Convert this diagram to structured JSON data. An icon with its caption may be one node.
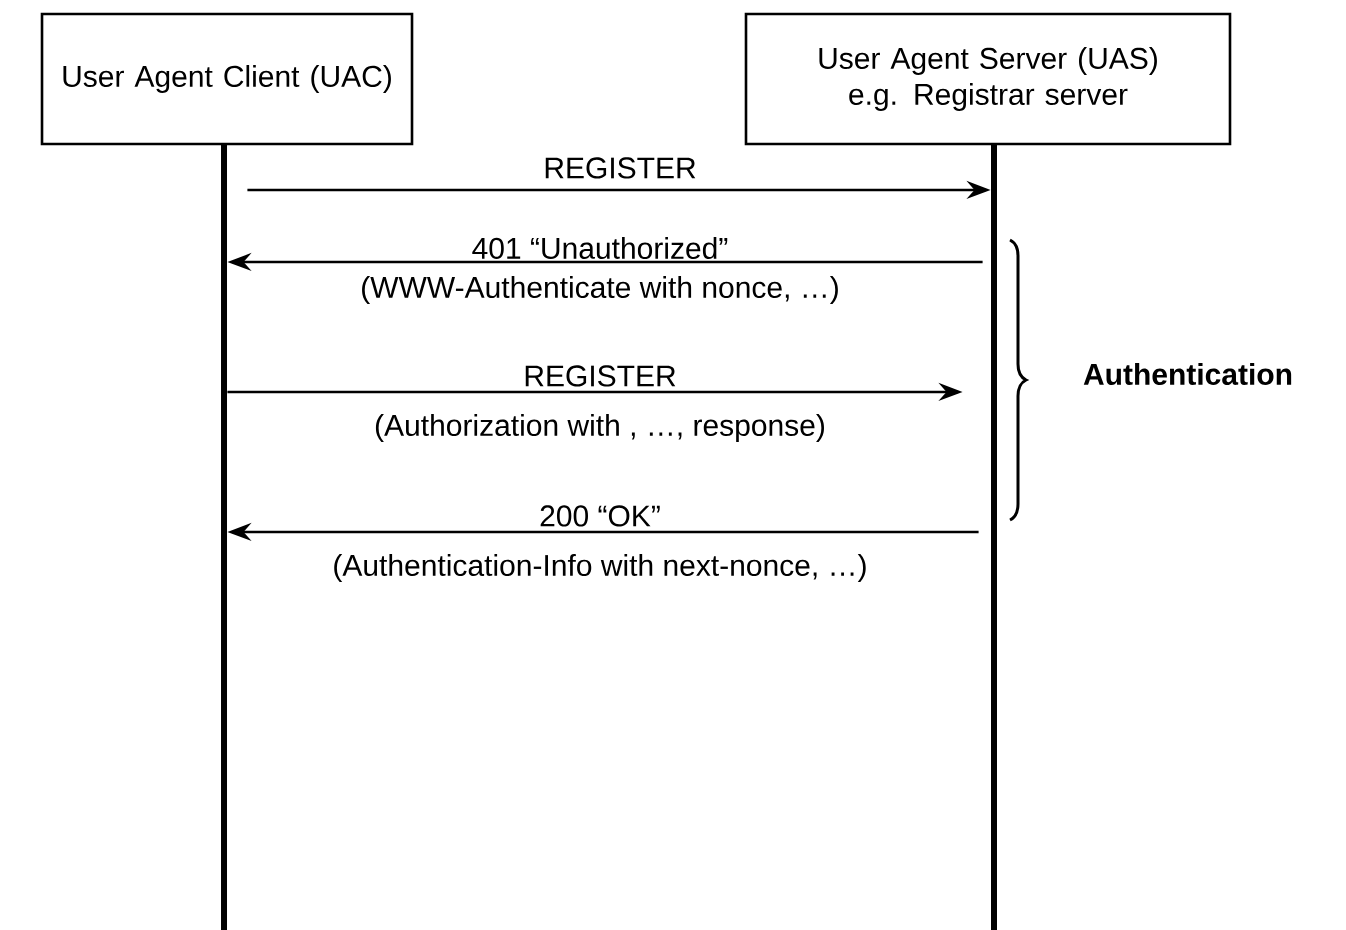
{
  "diagram": {
    "nodes": [
      {
        "text": [
          "User Agent Client (UAC)"
        ]
      },
      {
        "text": [
          "User Agent Server (UAS) e.g. Registrar server"
        ]
      },
      {
        "text": [],
        "shape": "bar"
      },
      {
        "text": [],
        "shape": "bar"
      }
    ],
    "edges": [
      {
        "from": 2,
        "to": 3,
        "arrow": "to",
        "label": "REGISTER"
      },
      {
        "from": 3,
        "to": 2,
        "arrow": "to",
        "label": "401 “Unauthorized”"
      },
      {
        "from": 2,
        "to": 3,
        "arrow": "to",
        "label": "REGISTER"
      },
      {
        "from": 3,
        "to": 2,
        "arrow": "to",
        "label": "200 “OK”"
      }
    ],
    "labels": [
      "(WWW-Authenticate with nonce, …)",
      "(Authorization with , …, response)",
      "(Authentication-Info with next-nonce, …)",
      "Authentication"
    ]
  }
}
